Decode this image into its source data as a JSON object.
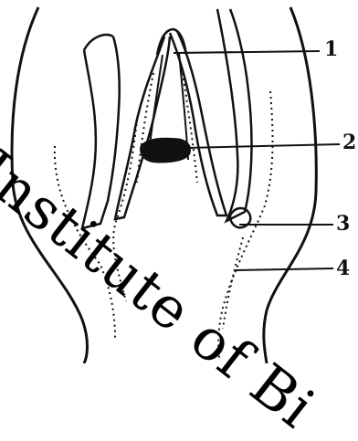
{
  "figure": {
    "labels": [
      {
        "id": "1",
        "text": "1"
      },
      {
        "id": "2",
        "text": "2"
      },
      {
        "id": "3",
        "text": "3"
      },
      {
        "id": "4",
        "text": "4"
      }
    ],
    "watermark_text": "Institute of Bi",
    "line_color": "#111111",
    "background": "#ffffff"
  }
}
